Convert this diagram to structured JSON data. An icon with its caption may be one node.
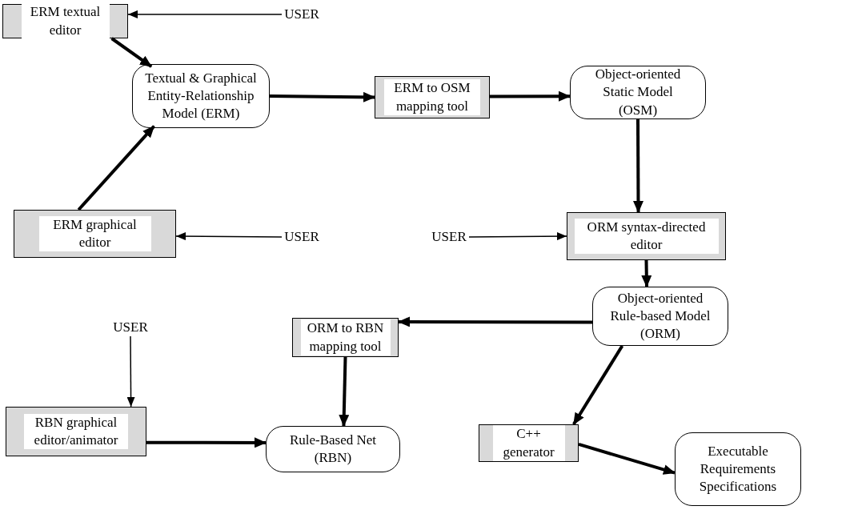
{
  "diagram": {
    "nodes": [
      {
        "text": [
          "ERM textual editor"
        ]
      },
      {
        "text": [
          "USER"
        ]
      },
      {
        "text": [
          "Textual & Graphical Entity-Relationship Model (ERM)"
        ]
      },
      {
        "text": [
          "ERM to OSM mapping tool"
        ]
      },
      {
        "text": [
          "Object-oriented Static Model (OSM)"
        ]
      },
      {
        "text": [
          "ERM graphical editor"
        ]
      },
      {
        "text": [
          "USER"
        ]
      },
      {
        "text": [
          "USER"
        ]
      },
      {
        "text": [
          "ORM syntax-directed editor"
        ]
      },
      {
        "text": [
          "Object-oriented Rule-based Model (ORM)"
        ]
      },
      {
        "text": [
          "ORM to RBN mapping tool"
        ]
      },
      {
        "text": [
          "USER"
        ]
      },
      {
        "text": [
          "RBN graphical editor/animator"
        ]
      },
      {
        "text": [
          "Rule-Based Net (RBN)"
        ]
      },
      {
        "text": [
          "C++ generator"
        ]
      },
      {
        "text": [
          "Executable Requirements Specifications"
        ]
      }
    ],
    "edges": [
      {
        "from": 0,
        "to": 2,
        "arrow": "to"
      },
      {
        "from": 1,
        "to": 0,
        "arrow": "to"
      },
      {
        "from": 5,
        "to": 2,
        "arrow": "to"
      },
      {
        "from": 6,
        "to": 5,
        "arrow": "to"
      },
      {
        "from": 2,
        "to": 3,
        "arrow": "to"
      },
      {
        "from": 3,
        "to": 4,
        "arrow": "to"
      },
      {
        "from": 4,
        "to": 8,
        "arrow": "to"
      },
      {
        "from": 7,
        "to": 8,
        "arrow": "to"
      },
      {
        "from": 8,
        "to": 9,
        "arrow": "to"
      },
      {
        "from": 9,
        "to": 10,
        "arrow": "to"
      },
      {
        "from": 10,
        "to": 13,
        "arrow": "to"
      },
      {
        "from": 11,
        "to": 12,
        "arrow": "to"
      },
      {
        "from": 12,
        "to": 13,
        "arrow": "to"
      },
      {
        "from": 9,
        "to": 14,
        "arrow": "to"
      },
      {
        "from": 14,
        "to": 15,
        "arrow": "to"
      }
    ]
  }
}
